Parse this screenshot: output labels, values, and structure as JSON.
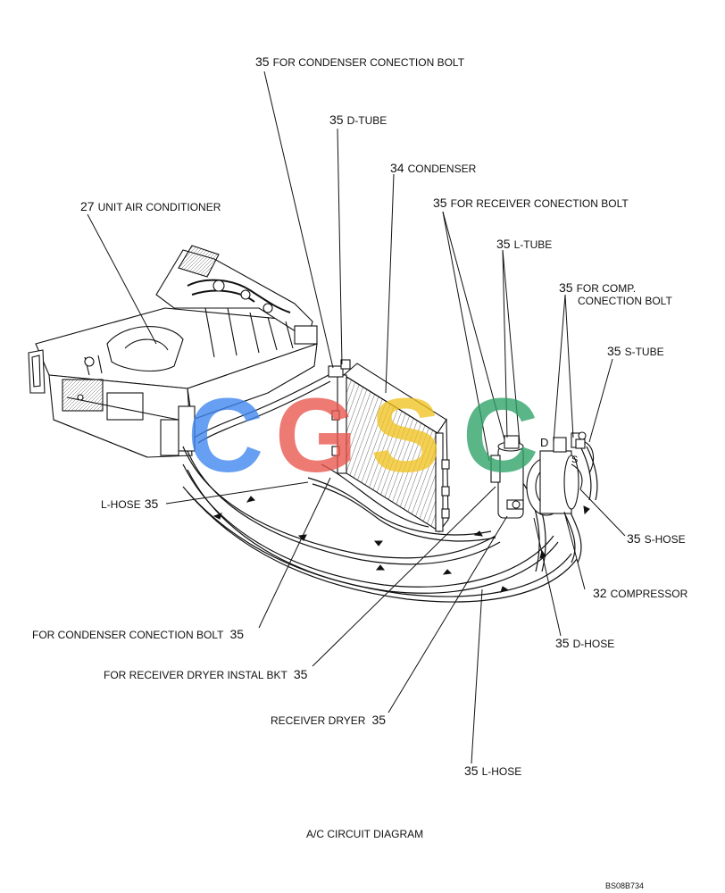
{
  "labels": {
    "condenser_conection_bolt_top": {
      "num": "35",
      "text": "FOR CONDENSER CONECTION BOLT"
    },
    "d_tube": {
      "num": "35",
      "text": "D-TUBE"
    },
    "condenser": {
      "num": "34",
      "text": "CONDENSER"
    },
    "unit_air_conditioner": {
      "num": "27",
      "text": "UNIT AIR CONDITIONER"
    },
    "receiver_conection_bolt": {
      "num": "35",
      "text": "FOR RECEIVER CONECTION BOLT"
    },
    "l_tube": {
      "num": "35",
      "text": "L-TUBE"
    },
    "comp_conection_bolt": {
      "num": "35",
      "text": "FOR COMP.",
      "text2": "CONECTION BOLT"
    },
    "s_tube": {
      "num": "35",
      "text": "S-TUBE"
    },
    "l_hose_left": {
      "text": "L-HOSE",
      "num": "35"
    },
    "s_hose": {
      "num": "35",
      "text": "S-HOSE"
    },
    "compressor": {
      "num": "32",
      "text": "COMPRESSOR"
    },
    "condenser_conection_bolt_bottom": {
      "text": "FOR CONDENSER CONECTION BOLT",
      "num": "35"
    },
    "d_hose": {
      "num": "35",
      "text": "D-HOSE"
    },
    "receiver_dryer_instal_bkt": {
      "text": "FOR RECEIVER DRYER INSTAL BKT",
      "num": "35"
    },
    "receiver_dryer": {
      "text": "RECEIVER DRYER",
      "num": "35"
    },
    "l_hose_bottom": {
      "num": "35",
      "text": "L-HOSE"
    }
  },
  "port_markers": {
    "d": "D",
    "s": "S"
  },
  "caption": "A/C CIRCUIT DIAGRAM",
  "figure_code": "BS08B734",
  "watermark": {
    "letters": [
      "C",
      "G",
      "S",
      "C"
    ],
    "colors": [
      "#3d85f0",
      "#e8554d",
      "#f2c322",
      "#2ea266"
    ]
  }
}
